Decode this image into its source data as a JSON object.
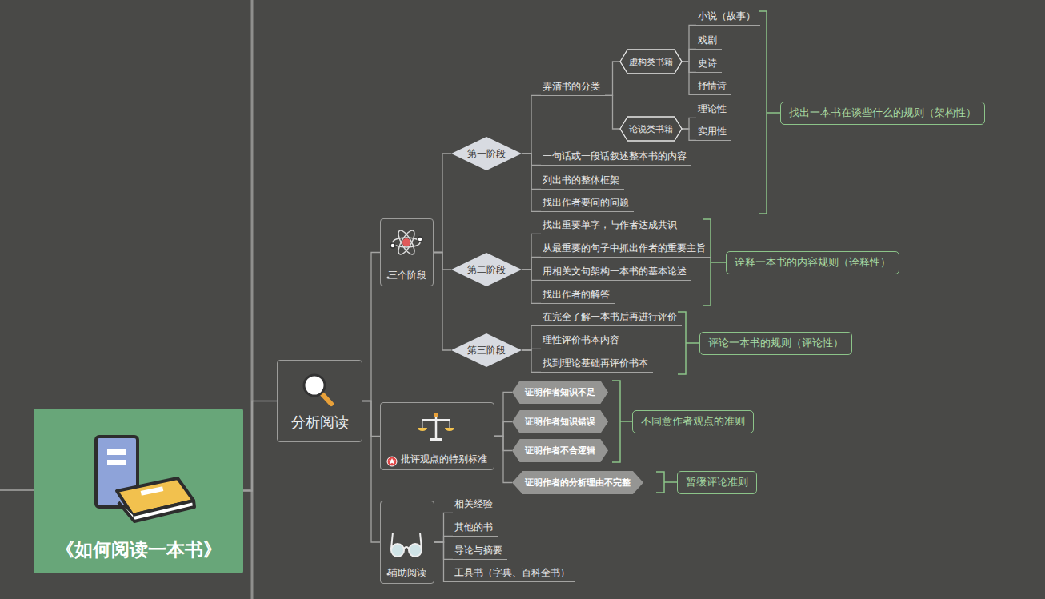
{
  "diagram": {
    "nodes": [
      {
        "text": [
          "《如何阅读一本书》"
        ]
      },
      {
        "text": [
          "分析阅读"
        ]
      },
      {
        "text": [
          "三个阶段"
        ]
      },
      {
        "text": [
          "第一阶段"
        ]
      },
      {
        "text": [
          "弄清书的分类"
        ]
      },
      {
        "text": [
          "虚构类书籍"
        ]
      },
      {
        "text": [
          "小说（故事）"
        ]
      },
      {
        "text": [
          "戏剧"
        ]
      },
      {
        "text": [
          "史诗"
        ]
      },
      {
        "text": [
          "抒情诗"
        ]
      },
      {
        "text": [
          "论说类书籍"
        ]
      },
      {
        "text": [
          "理论性"
        ]
      },
      {
        "text": [
          "实用性"
        ]
      },
      {
        "text": [
          "一句话或一段话叙述整本书的内容"
        ]
      },
      {
        "text": [
          "列出书的整体框架"
        ]
      },
      {
        "text": [
          "找出作者要问的问题"
        ]
      },
      {
        "text": [
          "找出一本书在谈些什么的规则（架构性）"
        ]
      },
      {
        "text": [
          "第二阶段"
        ]
      },
      {
        "text": [
          "找出重要单字，与作者达成共识"
        ]
      },
      {
        "text": [
          "从最重要的句子中抓出作者的重要主旨"
        ]
      },
      {
        "text": [
          "用相关文句架构一本书的基本论述"
        ]
      },
      {
        "text": [
          "找出作者的解答"
        ]
      },
      {
        "text": [
          "诠释一本书的内容规则（诠释性）"
        ]
      },
      {
        "text": [
          "第三阶段"
        ]
      },
      {
        "text": [
          "在完全了解一本书后再进行评价"
        ]
      },
      {
        "text": [
          "理性评价书本内容"
        ]
      },
      {
        "text": [
          "找到理论基础再评价书本"
        ]
      },
      {
        "text": [
          "评论一本书的规则（评论性）"
        ]
      },
      {
        "text": [
          "批评观点的特别标准"
        ]
      },
      {
        "text": [
          "证明作者知识不足"
        ]
      },
      {
        "text": [
          "证明作者知识错误"
        ]
      },
      {
        "text": [
          "证明作者不合逻辑"
        ]
      },
      {
        "text": [
          "证明作者的分析理由不完整"
        ]
      },
      {
        "text": [
          "不同意作者观点的准则"
        ]
      },
      {
        "text": [
          "暂缓评论准则"
        ]
      },
      {
        "text": [
          "辅助阅读"
        ]
      },
      {
        "text": [
          "相关经验"
        ]
      },
      {
        "text": [
          "其他的书"
        ]
      },
      {
        "text": [
          "导论与摘要"
        ]
      },
      {
        "text": [
          "工具书（字典、百科全书）"
        ]
      }
    ],
    "edges": [
      {
        "from": 0,
        "to": 1,
        "arrow": "none"
      },
      {
        "from": 1,
        "to": 2,
        "arrow": "none"
      },
      {
        "from": 1,
        "to": 28,
        "arrow": "none"
      },
      {
        "from": 1,
        "to": 35,
        "arrow": "none"
      },
      {
        "from": 2,
        "to": 3,
        "arrow": "none"
      },
      {
        "from": 2,
        "to": 17,
        "arrow": "none"
      },
      {
        "from": 2,
        "to": 23,
        "arrow": "none"
      },
      {
        "from": 3,
        "to": 4,
        "arrow": "none"
      },
      {
        "from": 3,
        "to": 13,
        "arrow": "none"
      },
      {
        "from": 3,
        "to": 14,
        "arrow": "none"
      },
      {
        "from": 3,
        "to": 15,
        "arrow": "none"
      },
      {
        "from": 4,
        "to": 5,
        "arrow": "none"
      },
      {
        "from": 4,
        "to": 10,
        "arrow": "none"
      },
      {
        "from": 5,
        "to": 6,
        "arrow": "none"
      },
      {
        "from": 5,
        "to": 7,
        "arrow": "none"
      },
      {
        "from": 5,
        "to": 8,
        "arrow": "none"
      },
      {
        "from": 5,
        "to": 9,
        "arrow": "none"
      },
      {
        "from": 10,
        "to": 11,
        "arrow": "none"
      },
      {
        "from": 10,
        "to": 12,
        "arrow": "none"
      },
      {
        "from": 17,
        "to": 18,
        "arrow": "none"
      },
      {
        "from": 17,
        "to": 19,
        "arrow": "none"
      },
      {
        "from": 17,
        "to": 20,
        "arrow": "none"
      },
      {
        "from": 17,
        "to": 21,
        "arrow": "none"
      },
      {
        "from": 23,
        "to": 24,
        "arrow": "none"
      },
      {
        "from": 23,
        "to": 25,
        "arrow": "none"
      },
      {
        "from": 23,
        "to": 26,
        "arrow": "none"
      },
      {
        "from": 28,
        "to": 29,
        "arrow": "none"
      },
      {
        "from": 28,
        "to": 30,
        "arrow": "none"
      },
      {
        "from": 28,
        "to": 31,
        "arrow": "none"
      },
      {
        "from": 28,
        "to": 32,
        "arrow": "none"
      },
      {
        "from": 35,
        "to": 36,
        "arrow": "none"
      },
      {
        "from": 35,
        "to": 37,
        "arrow": "none"
      },
      {
        "from": 35,
        "to": 38,
        "arrow": "none"
      },
      {
        "from": 35,
        "to": 39,
        "arrow": "none"
      }
    ]
  }
}
